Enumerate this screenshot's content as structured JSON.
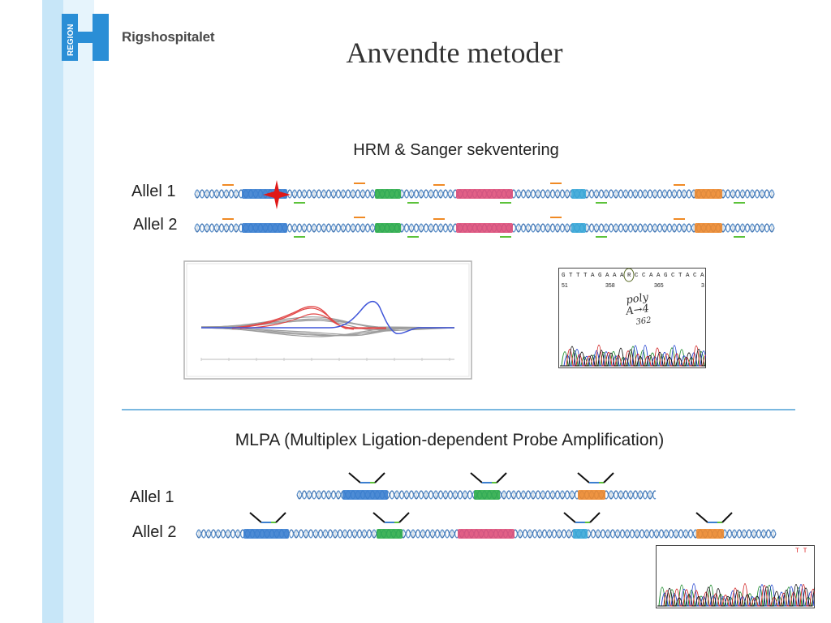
{
  "logo": {
    "badge_text": "REGION",
    "org_name": "Rigshospitalet"
  },
  "slide": {
    "title": "Anvendte metoder"
  },
  "hrm_section": {
    "heading": "HRM & Sanger sekventering",
    "allel1": "Allel 1",
    "allel2": "Allel 2"
  },
  "sanger_chromatogram": {
    "sequence": "G T T T A G A A A R C C A A G C T A C A T",
    "positions": [
      "51",
      "358",
      "365",
      "3"
    ],
    "annotation": [
      "poly",
      "A→4",
      "362"
    ]
  },
  "mlpa_section": {
    "heading": "MLPA (Multiplex Ligation-dependent Probe Amplification)",
    "allel1": "Allel 1",
    "allel2": "Allel 2"
  },
  "mini_chromatogram": {
    "label": "T T"
  },
  "colors": {
    "exon_blue": "#3b7fd0",
    "exon_green": "#2fae4a",
    "exon_pink": "#e0507a",
    "exon_cyan": "#3aa8d8",
    "exon_orange": "#ee8a2e",
    "primer_orange": "#f08a24",
    "primer_green": "#5cc23a",
    "mutation_red": "#e01818"
  }
}
